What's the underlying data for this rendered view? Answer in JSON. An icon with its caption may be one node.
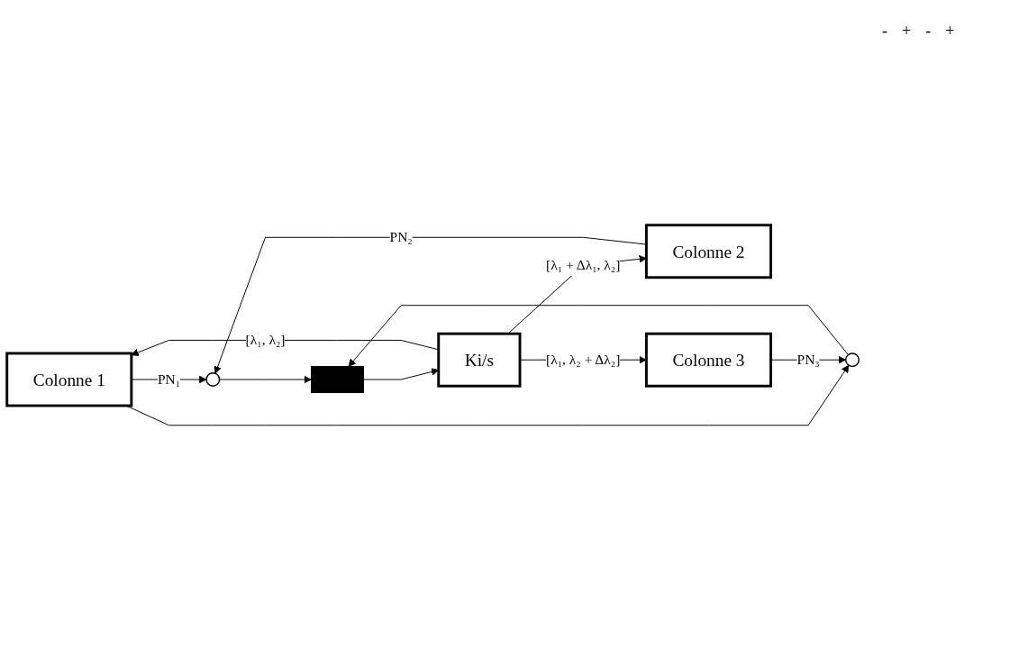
{
  "diagram": {
    "nodes": [
      {
        "text": [
          "Colonne 1"
        ]
      },
      {
        "text": [
          "Colonne 2"
        ]
      },
      {
        "text": [
          "Colonne 3"
        ]
      },
      {
        "text": [
          "Ki/s"
        ]
      },
      {
        "text": [],
        "shape": "circle"
      },
      {
        "text": [],
        "shape": "circle"
      },
      {
        "text": [],
        "shape": "bar"
      }
    ],
    "edges": [
      {
        "from": 3,
        "to": 0,
        "arrow": "to",
        "label": "[λ₁, λ₂]"
      },
      {
        "from": 3,
        "to": 1,
        "arrow": "to",
        "label": "[λ₁ + Δλ₁, λ₂]"
      },
      {
        "from": 3,
        "to": 2,
        "arrow": "to",
        "label": "[λ₁, λ₂ + Δλ₂]"
      },
      {
        "from": 0,
        "to": 4,
        "arrow": "to",
        "label": "PN₁"
      },
      {
        "from": 0,
        "to": 5,
        "arrow": "to"
      },
      {
        "from": 1,
        "to": 4,
        "arrow": "to",
        "label": "PN₂"
      },
      {
        "from": 2,
        "to": 5,
        "arrow": "to",
        "label": "PN₃"
      },
      {
        "from": 4,
        "to": 6,
        "arrow": "to"
      },
      {
        "from": 5,
        "to": 6,
        "arrow": "to"
      },
      {
        "from": 6,
        "to": 3,
        "arrow": "to"
      }
    ],
    "labels": [
      "-",
      "+",
      "-",
      "+"
    ]
  }
}
